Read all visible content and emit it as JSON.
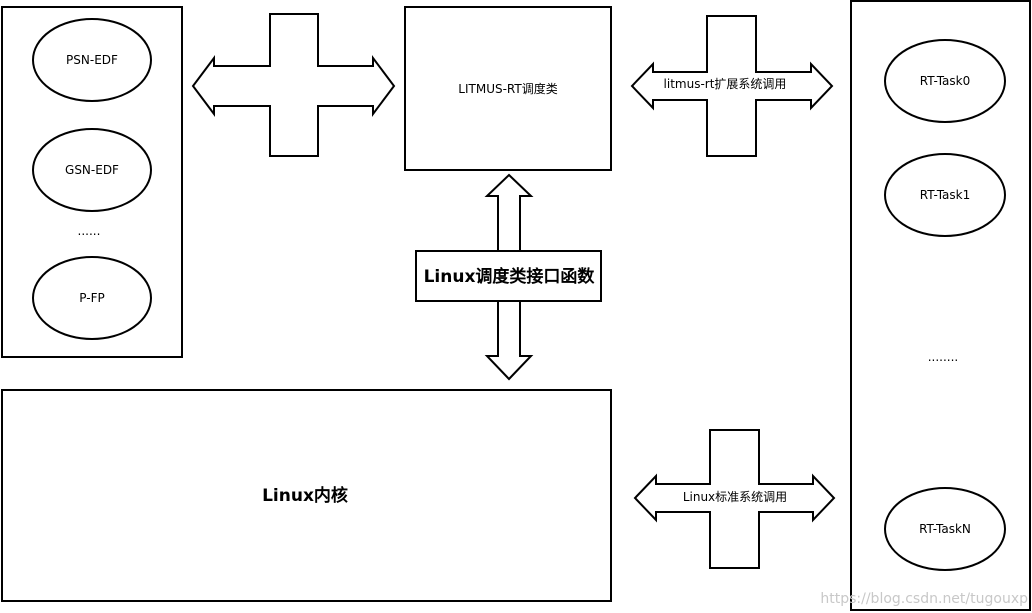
{
  "policies": {
    "items": [
      "PSN-EDF",
      "GSN-EDF",
      "P-FP"
    ],
    "ellipsis": "......"
  },
  "litmus_class": "LITMUS-RT调度类",
  "linux_interface": "Linux调度类接口函数",
  "linux_kernel": "Linux内核",
  "syscalls": {
    "litmus": "litmus-rt扩展系统调用",
    "standard": "Linux标准系统调用"
  },
  "tasks": {
    "items": [
      "RT-Task0",
      "RT-Task1",
      "RT-TaskN"
    ],
    "ellipsis": "........"
  },
  "watermark": "https://blog.csdn.net/tugouxp"
}
